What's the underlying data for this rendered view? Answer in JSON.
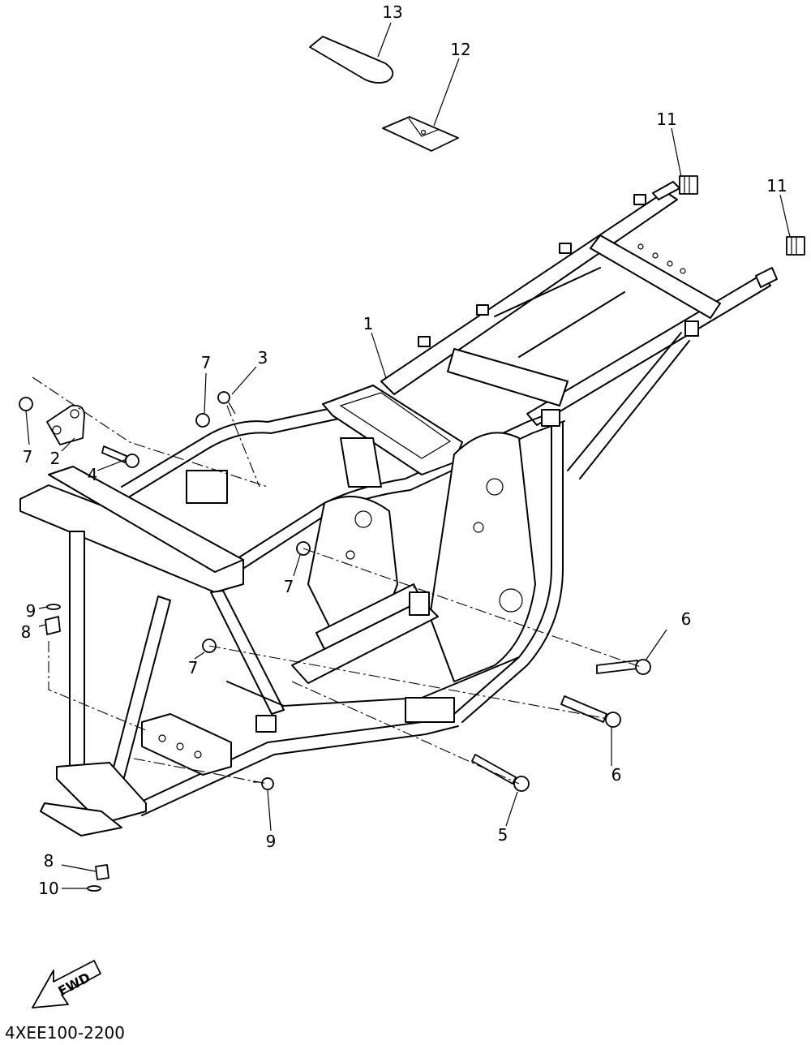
{
  "diagram": {
    "code": "4XEE100-2200",
    "fwd_label": "FWD",
    "callouts": [
      {
        "id": "c1",
        "text": "1"
      },
      {
        "id": "c2",
        "text": "2"
      },
      {
        "id": "c3",
        "text": "3"
      },
      {
        "id": "c4",
        "text": "4"
      },
      {
        "id": "c5",
        "text": "5"
      },
      {
        "id": "c6a",
        "text": "6"
      },
      {
        "id": "c6b",
        "text": "6"
      },
      {
        "id": "c7a",
        "text": "7"
      },
      {
        "id": "c7b",
        "text": "7"
      },
      {
        "id": "c7c",
        "text": "7"
      },
      {
        "id": "c7d",
        "text": "7"
      },
      {
        "id": "c8a",
        "text": "8"
      },
      {
        "id": "c8b",
        "text": "8"
      },
      {
        "id": "c9a",
        "text": "9"
      },
      {
        "id": "c9b",
        "text": "9"
      },
      {
        "id": "c10",
        "text": "10"
      },
      {
        "id": "c11a",
        "text": "11"
      },
      {
        "id": "c11b",
        "text": "11"
      },
      {
        "id": "c12",
        "text": "12"
      },
      {
        "id": "c13",
        "text": "13"
      }
    ]
  }
}
